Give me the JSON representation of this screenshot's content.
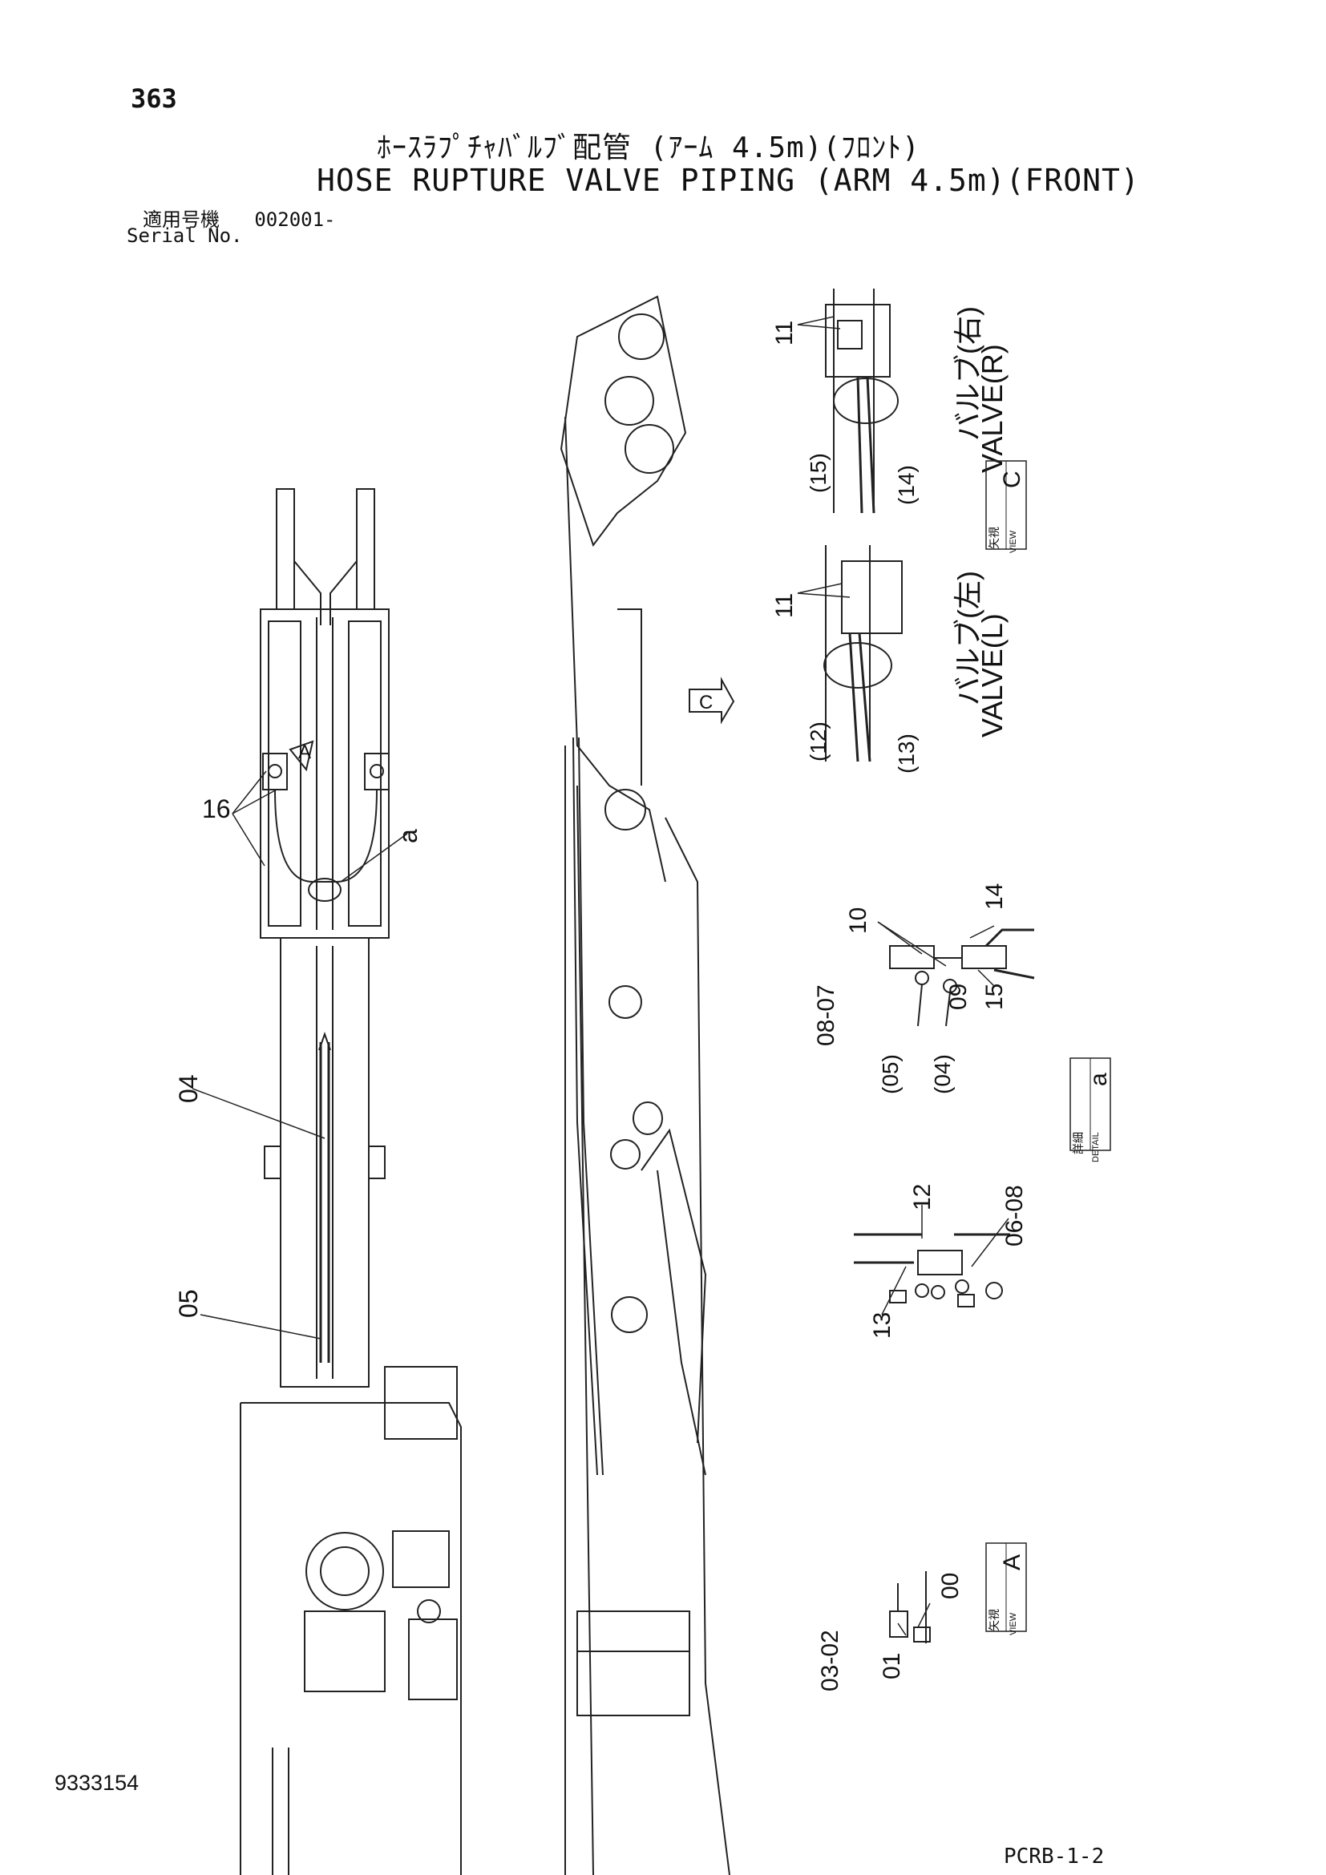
{
  "header": {
    "page_number": "363",
    "title_jp": "ﾎｰｽﾗﾌﾟﾁｬﾊﾞﾙﾌﾞ配管 (ｱｰﾑ 4.5m)(ﾌﾛﾝﾄ)",
    "title_en": "HOSE RUPTURE VALVE PIPING (ARM 4.5m)(FRONT)",
    "serial_label_jp": "適用号機",
    "serial_value": "002001-",
    "serial_label_en": "Serial No."
  },
  "footer": {
    "doc_id": "9333154",
    "page_code": "PCRB-1-2"
  },
  "callouts": {
    "c16": "16",
    "ca": "a",
    "c04": "04",
    "c05": "05",
    "cA": "A",
    "cC": "C",
    "c11a": "11",
    "c11b": "11",
    "c15p": "(15)",
    "c14p": "(14)",
    "c12p": "(12)",
    "c13p": "(13)",
    "c10": "10",
    "c14": "14",
    "c15": "15",
    "c09": "09",
    "c0807a": "08-07",
    "c05p": "(05)",
    "c04p": "(04)",
    "c12": "12",
    "c0608": "06-08",
    "c13": "13",
    "c00": "00",
    "c0302": "03-02",
    "c01": "01"
  },
  "views": {
    "valve_r_jp": "バルブ(右)",
    "valve_r_en": "VALVE(R)",
    "valve_l_jp": "バルブ(左)",
    "valve_l_en": "VALVE(L)",
    "view_c": {
      "jp": "矢視",
      "en": "VIEW",
      "letter": "C"
    },
    "detail_a": {
      "jp": "詳細",
      "en": "DETAIL",
      "letter": "a"
    },
    "view_a": {
      "jp": "矢視",
      "en": "VIEW",
      "letter": "A"
    }
  }
}
